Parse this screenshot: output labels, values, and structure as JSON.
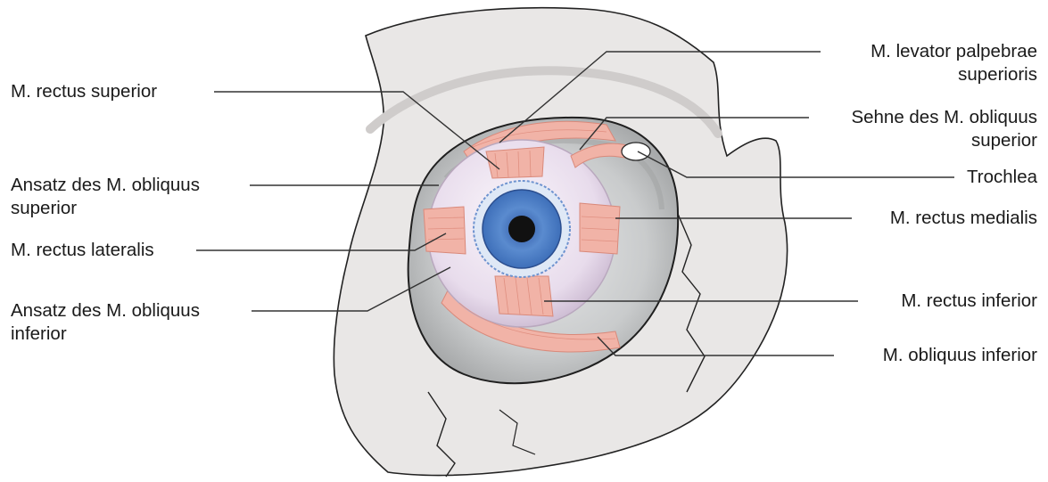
{
  "labels_left": {
    "rectus_superior": "M. rectus superior",
    "ansatz_obliquus_superior": [
      "Ansatz des M. obliquus",
      "superior"
    ],
    "rectus_lateralis": "M. rectus lateralis",
    "ansatz_obliquus_inferior": [
      "Ansatz des M. obliquus",
      "inferior"
    ]
  },
  "labels_right": {
    "levator_palpebrae": [
      "M. levator palpebrae",
      "superioris"
    ],
    "sehne_obliquus_superior": [
      "Sehne des M. obliquus",
      "superior"
    ],
    "trochlea": "Trochlea",
    "rectus_medialis": "M. rectus medialis",
    "rectus_inferior": "M. rectus inferior",
    "obliquus_inferior": "M. obliquus inferior"
  },
  "colors": {
    "bone": "#e9e7e6",
    "bone_outline": "#222222",
    "orbit_cavity": "#c7c9ca",
    "sclera": "#ebe1ef",
    "muscle": "#f1b3a7",
    "iris": "#4f7fc4",
    "pupil": "#111111",
    "leader_line": "#333333"
  }
}
